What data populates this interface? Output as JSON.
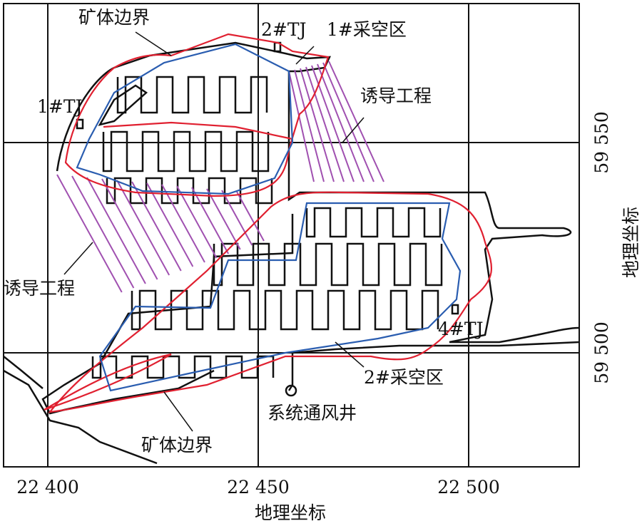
{
  "axes": {
    "x_ticks": [
      "22 400",
      "22 450",
      "22 500"
    ],
    "y_ticks": [
      "59 550",
      "59 500"
    ],
    "x_title": "地理坐标",
    "y_title": "地理坐标"
  },
  "labels": {
    "ore_boundary_top": "矿体边界",
    "ore_boundary_bottom": "矿体边界",
    "tj1": "1#TJ",
    "tj2": "2#TJ",
    "tj4": "4#TJ",
    "goaf1": "1#采空区",
    "goaf2": "2#采空区",
    "induction_right": "诱导工程",
    "induction_left": "诱导工程",
    "shaft": "系统通风井"
  },
  "colors": {
    "ore_boundary": "#e02030",
    "goaf": "#2a5db0",
    "induction": "#a050b0",
    "tunnel": "#111111"
  }
}
